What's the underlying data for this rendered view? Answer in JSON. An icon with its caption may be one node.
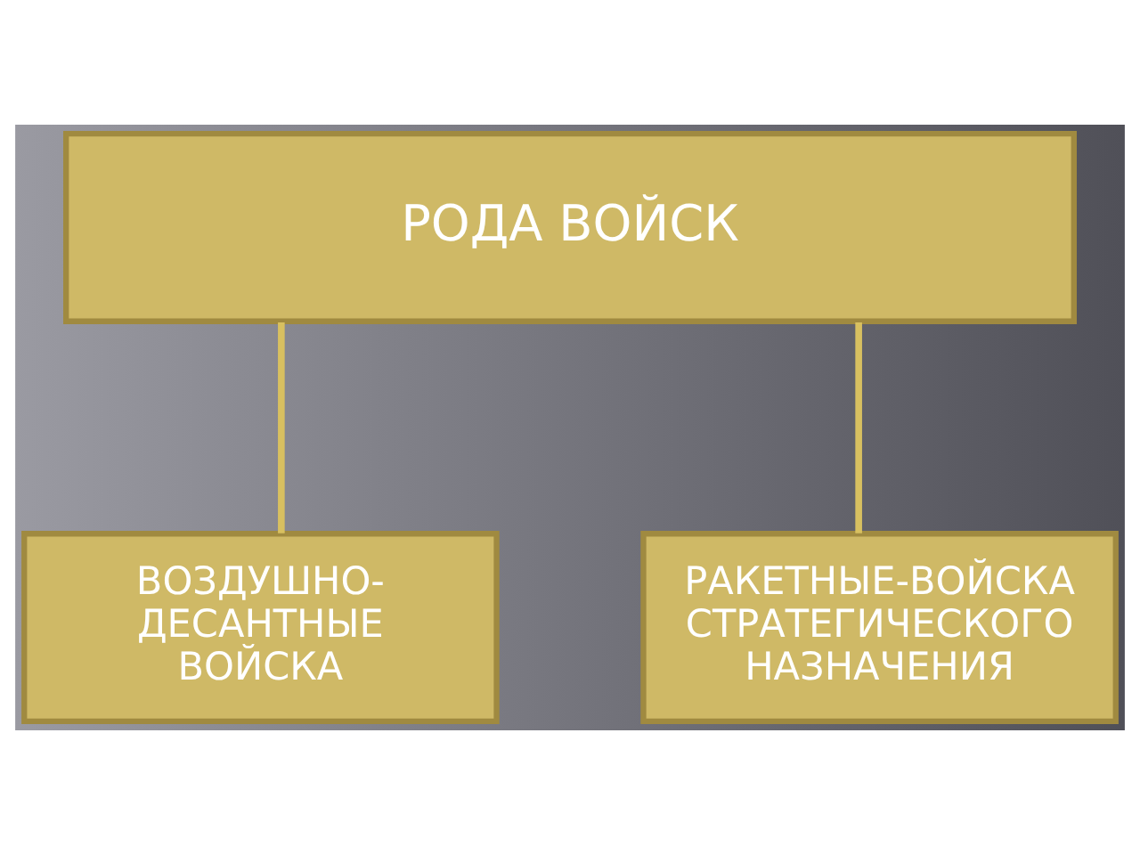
{
  "diagram": {
    "nodes": [
      {
        "text": [
          "РОДА ВОЙСК"
        ]
      },
      {
        "text": [
          "ВОЗДУШНО- ДЕСАНТНЫЕ ВОЙСКА"
        ]
      },
      {
        "text": [
          "РАКЕТНЫЕ-ВОЙСКА СТРАТЕГИЧЕСКОГО НАЗНАЧЕНИЯ"
        ]
      }
    ],
    "edges": [
      {
        "from": 0,
        "to": 1,
        "arrow": "none"
      },
      {
        "from": 0,
        "to": 2,
        "arrow": "none"
      }
    ]
  }
}
